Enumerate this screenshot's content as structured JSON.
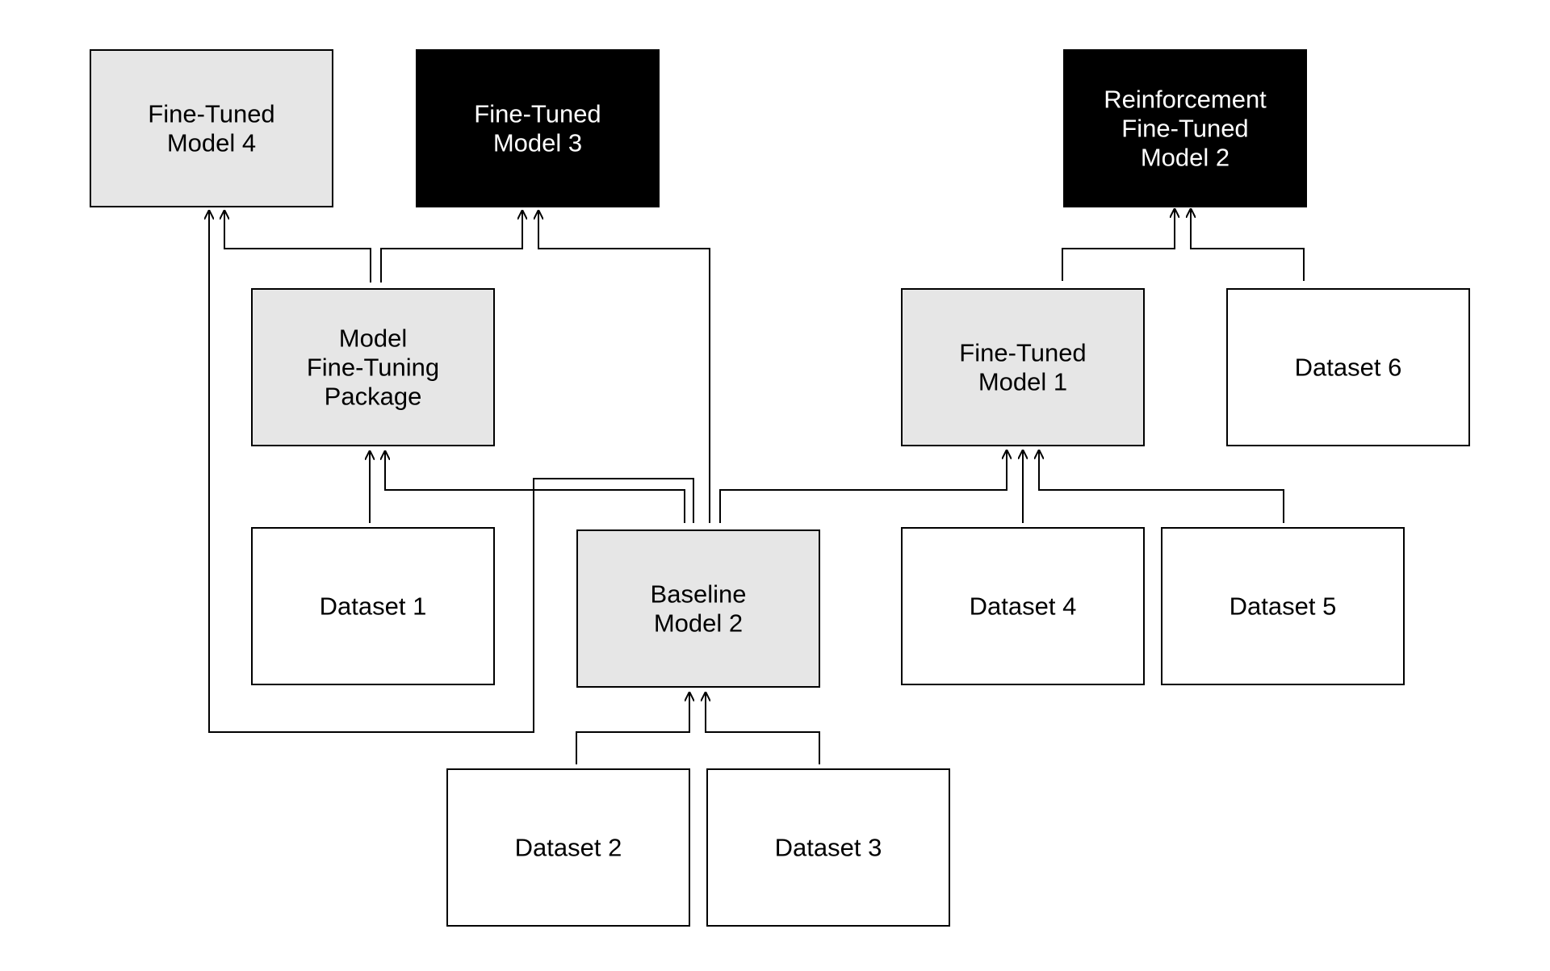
{
  "colors": {
    "background": "#ffffff",
    "model_fill": "#e6e6e6",
    "dataset_fill": "#ffffff",
    "highlight_fill": "#000000",
    "dark_text": "#000000",
    "light_text": "#ffffff",
    "line": "#000000"
  },
  "nodes": [
    {
      "id": "fine_tuned_model_4",
      "kind": "model",
      "lines": [
        "Fine-Tuned",
        "Model 4"
      ]
    },
    {
      "id": "fine_tuned_model_3",
      "kind": "highlight",
      "lines": [
        "Fine-Tuned",
        "Model 3"
      ]
    },
    {
      "id": "reinforcement_fine_tuned_model_2",
      "kind": "highlight",
      "lines": [
        "Reinforcement",
        "Fine-Tuned",
        "Model 2"
      ]
    },
    {
      "id": "model_fine_tuning_package",
      "kind": "model",
      "lines": [
        "Model",
        "Fine-Tuning",
        "Package"
      ]
    },
    {
      "id": "fine_tuned_model_1",
      "kind": "model",
      "lines": [
        "Fine-Tuned",
        "Model 1"
      ]
    },
    {
      "id": "dataset_6",
      "kind": "dataset",
      "lines": [
        "Dataset 6"
      ]
    },
    {
      "id": "dataset_1",
      "kind": "dataset",
      "lines": [
        "Dataset 1"
      ]
    },
    {
      "id": "baseline_model_2",
      "kind": "model",
      "lines": [
        "Baseline",
        "Model 2"
      ]
    },
    {
      "id": "dataset_4",
      "kind": "dataset",
      "lines": [
        "Dataset 4"
      ]
    },
    {
      "id": "dataset_5",
      "kind": "dataset",
      "lines": [
        "Dataset 5"
      ]
    },
    {
      "id": "dataset_2",
      "kind": "dataset",
      "lines": [
        "Dataset 2"
      ]
    },
    {
      "id": "dataset_3",
      "kind": "dataset",
      "lines": [
        "Dataset 3"
      ]
    }
  ],
  "edges": [
    {
      "from": "dataset_2",
      "to": "baseline_model_2"
    },
    {
      "from": "dataset_3",
      "to": "baseline_model_2"
    },
    {
      "from": "dataset_1",
      "to": "model_fine_tuning_package"
    },
    {
      "from": "baseline_model_2",
      "to": "model_fine_tuning_package"
    },
    {
      "from": "baseline_model_2",
      "to": "fine_tuned_model_4"
    },
    {
      "from": "model_fine_tuning_package",
      "to": "fine_tuned_model_4"
    },
    {
      "from": "model_fine_tuning_package",
      "to": "fine_tuned_model_3"
    },
    {
      "from": "baseline_model_2",
      "to": "fine_tuned_model_3"
    },
    {
      "from": "baseline_model_2",
      "to": "fine_tuned_model_1"
    },
    {
      "from": "dataset_4",
      "to": "fine_tuned_model_1"
    },
    {
      "from": "dataset_5",
      "to": "fine_tuned_model_1"
    },
    {
      "from": "fine_tuned_model_1",
      "to": "reinforcement_fine_tuned_model_2"
    },
    {
      "from": "dataset_6",
      "to": "reinforcement_fine_tuned_model_2"
    }
  ]
}
